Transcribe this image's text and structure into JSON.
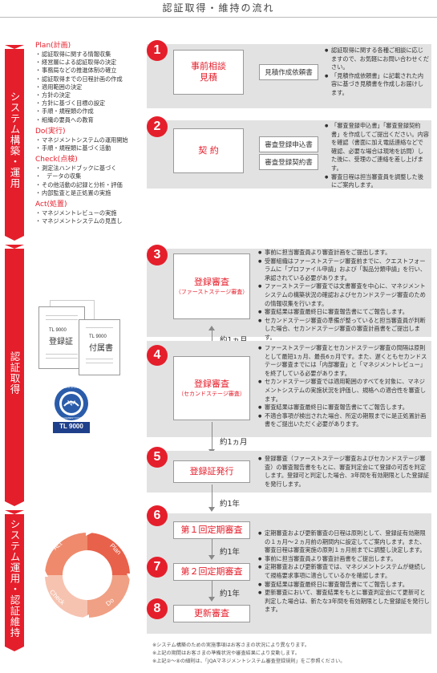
{
  "title": "認証取得・維持の流れ",
  "sidebar": {
    "bar1": "システム構築・運用",
    "bar2": "認証取得",
    "bar3": "システム運用・認証維持"
  },
  "pdca_lists": [
    {
      "heading": "Plan(計画)",
      "items": [
        "認証取得に関する情報収集",
        "経営層による認証取得の決定",
        "事務局などの推進体制の確立",
        "認証取得までの日程計画の作成",
        "適用範囲の決定",
        "方針の決定",
        "方針に基づく目標の設定",
        "手順・規程類の作成",
        "組織の要員への教育"
      ]
    },
    {
      "heading": "Do(実行)",
      "items": [
        "マネジメントシステムの運用開始",
        "手順・規程類に基づく活動"
      ]
    },
    {
      "heading": "Check(点検)",
      "items": [
        "測定法ハンドブックに基づく",
        "データの収集",
        "その他活動の記録と分析・評価",
        "内部監査と是正処置の実施"
      ]
    },
    {
      "heading": "Act(処置)",
      "items": [
        "マネジメントレビューの実施",
        "マネジメントシステムの見直し"
      ]
    }
  ],
  "docs": {
    "cert_code": "TL 9000",
    "cert_label": "登録証",
    "annex_code": "TL 9000",
    "annex_label": "付属書"
  },
  "logo": {
    "top_text": "CERTIFIED",
    "mid_text": "JQA",
    "bottom_text": "MANAGEMENT SYSTEM",
    "code": "TL 9000"
  },
  "cycle": {
    "act": "Act",
    "plan": "Plan",
    "do": "Do",
    "check": "Check"
  },
  "steps": {
    "s1": {
      "num": "1",
      "label1": "事前相談",
      "label2": "見積",
      "box": "見積作成依頼書",
      "desc": [
        "認証取得に関する各種ご相談に応じますので、お気軽にお問い合わせください。",
        "「見積作成依頼書」に記載された内容に基づき見積書を作成しお届けします。"
      ]
    },
    "s2": {
      "num": "2",
      "label": "契 約",
      "box1": "審査登録申込書",
      "box2": "審査登録契約書",
      "desc": [
        "「審査登録申込書」「審査登録契約書」を作成してご提出ください。内容を確認（書面に加え電話連絡などで確認、必要な場合は現地を訪問）した後に、受理のご連絡を差し上げます。",
        "審査日程は担当審査員を調整した後にご案内します。"
      ]
    },
    "s3": {
      "num": "3",
      "label": "登録審査",
      "sub": "（ファーストステージ審査）",
      "desc": [
        "事前に担当審査員より審査計画をご提出します。",
        "受審組織はファーストステージ審査前までに、クエストフォーラムに「プロファイル申請」および「製品分類申請」を行い、承認されている必要があります。",
        "ファーストステージ審査では文書審査を中心に、マネジメントシステムの構築状況の確認およびセカンドステージ審査のための情報収集を行います。",
        "審査結果は審査最終日に審査報告書にてご報告します。",
        "セカンドステージ審査の準備が整っていると担当審査員が判断した場合、セカンドステージ審査の審査計画書をご提出します。"
      ]
    },
    "gap34": "約1ヵ月",
    "s4": {
      "num": "4",
      "label": "登録審査",
      "sub": "（セカンドステージ審査）",
      "desc": [
        "ファーストステージ審査とセカンドステージ審査の間隔は原則として最短1ヵ月、最長6ヵ月です。また、遅くともセカンドステージ審査までには「内部審査」と「マネジメントレビュー」を終了している必要があります。",
        "セカンドステージ審査では適用範囲のすべてを対象に、マネジメントシステムの実施状況を評価し、規格への適合性を審査します。",
        "審査結果は審査最終日に審査報告書にてご報告します。",
        "不適合事項が検出された場合、所定の期限までに是正処置計画書をご提出いただく必要があります。"
      ]
    },
    "gap45": "約1ヵ月",
    "s5": {
      "num": "5",
      "label": "登録証発行",
      "desc": [
        "登録審査（ファーストステージ審査およびセカンドステージ審査）の審査報告書をもとに、審査判定会にて登録の可否を判定します。登録可と判定した場合、3年間を有効期限とした登録証を発行します。"
      ]
    },
    "gap56": "約1年",
    "s6": {
      "num": "6",
      "label": "第１回定期審査"
    },
    "gap67": "約1年",
    "s7": {
      "num": "7",
      "label": "第２回定期審査"
    },
    "gap78": "約1年",
    "s8": {
      "num": "8",
      "label": "更新審査"
    },
    "desc678": [
      "定期審査および更新審査の日程は原則として、登録証有効期限の１ヵ月〜２ヵ月前の期間内に設定してご案内します。また、審査日程は審査実施の原則１ヵ月前までに調整し決定します。",
      "事前に担当審査員より審査計画書をご提出します。",
      "定期審査および更新審査では、マネジメントシステムが継続して規格要求事項に適合しているかを確認します。",
      "審査結果は審査最終日に審査報告書にてご報告します。",
      "更新審査において、審査結果をもとに審査判定会にて更新可と判定した場合は、新たな3年間を有効期限とした登録証を発行します。"
    ]
  },
  "footnotes": [
    "※システム構築のための実施事項はお客さまの状況により異なります。",
    "※上記の期間はお客さまの準備状況や審査結果により変動します。",
    "※上記②〜⑧の細則は、「JQAマネジメントシステム審査登録規則」をご参照ください。"
  ],
  "colors": {
    "accent": "#e51e2b",
    "panel": "#e2e2e2"
  }
}
